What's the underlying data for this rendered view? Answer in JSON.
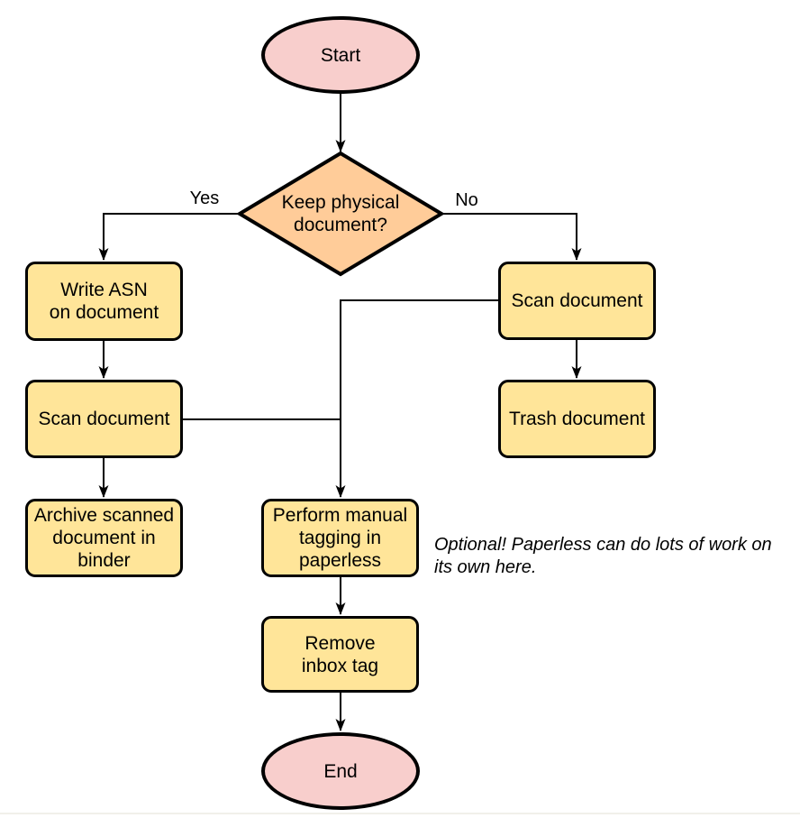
{
  "palette": {
    "terminal_fill": "#F8CECC",
    "process_fill": "#FFE599",
    "decision_fill": "#FFCC99",
    "stroke": "#000000",
    "text_color": "#000000",
    "background": "#FFFFFF",
    "bottom_rule_color": "#F1F0EA"
  },
  "nodes": {
    "start": {
      "type": "terminal",
      "label": "Start",
      "lines": [
        "Start"
      ]
    },
    "decision": {
      "type": "decision",
      "label": "Keep physical document?",
      "lines": [
        "Keep physical",
        "document?"
      ]
    },
    "write_asn": {
      "type": "process",
      "label": "Write ASN on document",
      "lines": [
        "Write ASN",
        "on document"
      ]
    },
    "scan_left": {
      "type": "process",
      "label": "Scan document",
      "lines": [
        "Scan document"
      ]
    },
    "archive": {
      "type": "process",
      "label": "Archive scanned document in binder",
      "lines": [
        "Archive scanned",
        "document in",
        "binder"
      ]
    },
    "scan_right": {
      "type": "process",
      "label": "Scan document",
      "lines": [
        "Scan document"
      ]
    },
    "trash": {
      "type": "process",
      "label": "Trash document",
      "lines": [
        "Trash document"
      ]
    },
    "perform_tagging": {
      "type": "process",
      "label": "Perform manual tagging in paperless",
      "lines": [
        "Perform manual",
        "tagging in",
        "paperless"
      ]
    },
    "remove_inbox_tag": {
      "type": "process",
      "label": "Remove inbox tag",
      "lines": [
        "Remove",
        "inbox tag"
      ]
    },
    "end": {
      "type": "terminal",
      "label": "End",
      "lines": [
        "End"
      ]
    }
  },
  "edge_labels": {
    "yes": "Yes",
    "no": "No"
  },
  "note": {
    "label": "Optional! Paperless can do lots of work on its own here.",
    "lines": [
      "Optional! Paperless can do lots of work on",
      "its own here."
    ]
  }
}
